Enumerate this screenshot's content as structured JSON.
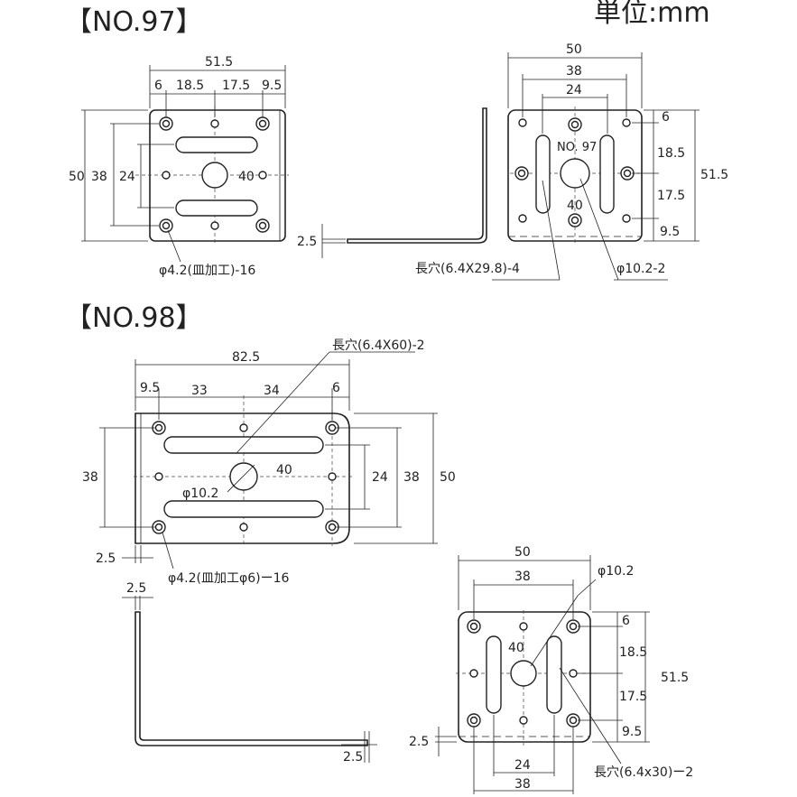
{
  "unit_label": "単位:mm",
  "no97": {
    "title": "【NO.97】",
    "top": [
      "51.5",
      "6",
      "18.5",
      "17.5",
      "9.5"
    ],
    "left": [
      "50",
      "38",
      "24"
    ],
    "center": "40",
    "hole_note": "φ4.2(皿加工)-16",
    "thickness": "2.5",
    "right_top": [
      "50",
      "38",
      "24"
    ],
    "right_side": [
      "6",
      "18.5",
      "17.5",
      "9.5"
    ],
    "right_total": "51.5",
    "stamp": "NO. 97",
    "right_center": "40",
    "slot_note": "長穴(6.4X29.8)-4",
    "big_hole_note": "φ10.2-2"
  },
  "no98": {
    "title": "【NO.98】",
    "slot_note": "長穴(6.4X60)-2",
    "top": [
      "82.5",
      "9.5",
      "33",
      "34",
      "6"
    ],
    "left": "38",
    "right": [
      "24",
      "38",
      "50"
    ],
    "center": "40",
    "big_hole": "φ10.2",
    "thickness": "2.5",
    "hole_note": "φ4.2(皿加工φ6)ー16",
    "side_thickness_top": "2.5",
    "side_thickness_bottom": "2.5",
    "b_top": [
      "50",
      "38"
    ],
    "b_big_hole": "φ10.2",
    "b_center": "40",
    "b_side": [
      "6",
      "18.5",
      "17.5",
      "9.5"
    ],
    "b_total": "51.5",
    "b_thickness": "2.5",
    "b_bottom": [
      "24",
      "38"
    ],
    "b_slot_note": "長穴(6.4x30)ー2"
  }
}
